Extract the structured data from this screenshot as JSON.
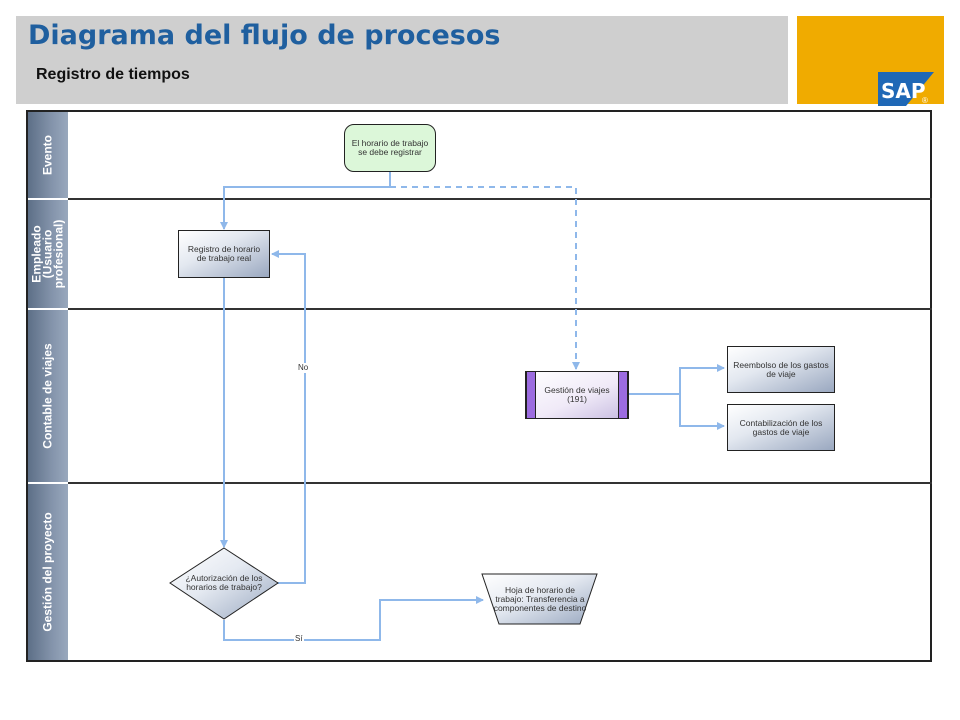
{
  "header": {
    "title": "Diagrama del flujo de procesos",
    "subtitle": "Registro de tiempos",
    "logo_text": "SAP",
    "logo_mark": "®"
  },
  "lanes": [
    {
      "label": "Evento"
    },
    {
      "label": "Empleado (Usuario profesional)"
    },
    {
      "label": "Contable de viajes"
    },
    {
      "label": "Gestión del proyecto"
    }
  ],
  "nodes": {
    "event_start": "El horario de trabajo se debe registrar",
    "record_time": "Registro de horario de trabajo real",
    "travel_mgmt": "Gestión de viajes (191)",
    "expense_reimbursement": "Reembolso de los gastos de viaje",
    "expense_posting": "Contabilización de los gastos de viaje",
    "approval_decision": "¿Autorización de los horarios de trabajo?",
    "timesheet_transfer": "Hoja de horario de trabajo: Transferencia a componentes de destino"
  },
  "connectors": {
    "no_label": "No",
    "yes_label": "Sí"
  },
  "colors": {
    "title": "#1f5f9f",
    "header_bg": "#cfcfcf",
    "logo_bg": "#f0ab00",
    "logo_blue": "#1f68b6",
    "flow_line": "#8fb8ea",
    "event_fill": "#dcf7d9",
    "subprocess_bar": "#9c6ce0"
  }
}
